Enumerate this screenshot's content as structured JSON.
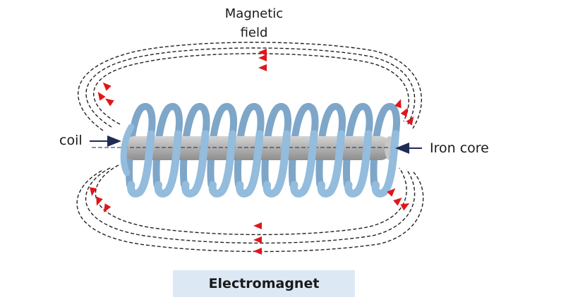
{
  "labels": {
    "magnetic_field": "Magnetic\nfield",
    "coil": "coil",
    "iron_core": "Iron core"
  },
  "caption": "Electromagnet",
  "colors": {
    "coil": "#8fb8d9",
    "core": "#b9b9b9",
    "field_arrow": "#e0161b",
    "pointer": "#1f2a55",
    "caption_bg": "#dce8f4"
  }
}
